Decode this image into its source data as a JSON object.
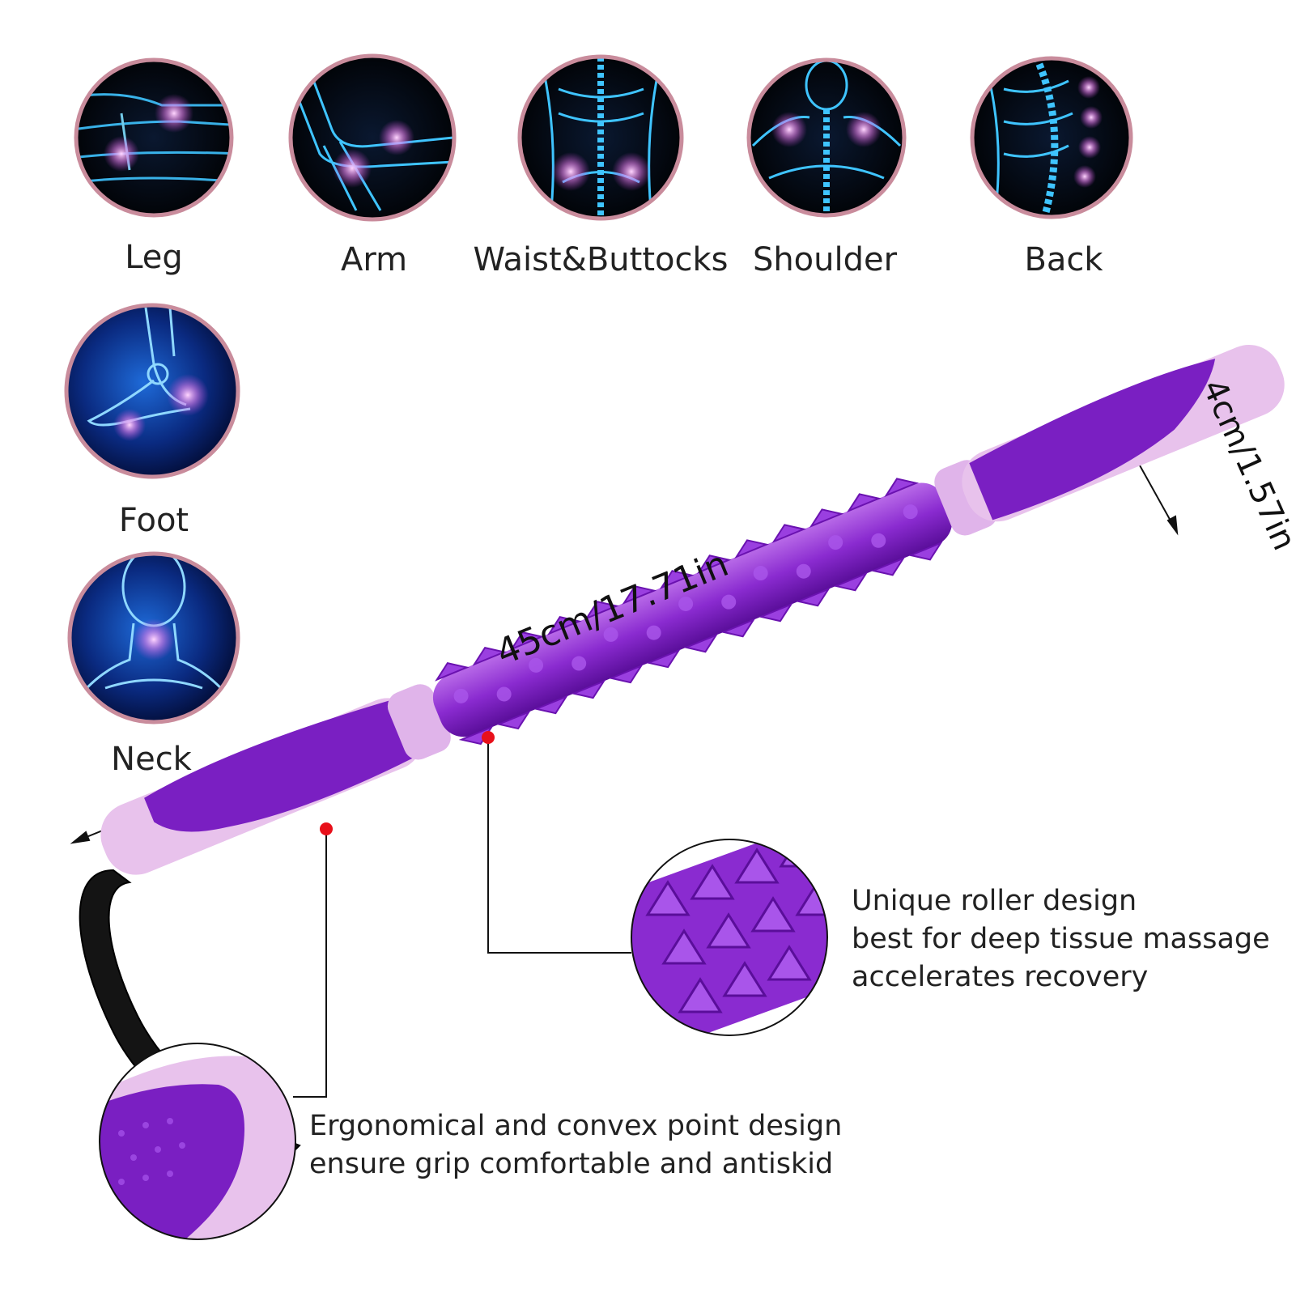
{
  "body_areas": [
    {
      "label": "Leg",
      "icon": "leg-xray-icon"
    },
    {
      "label": "Arm",
      "icon": "arm-xray-icon"
    },
    {
      "label": "Waist&Buttocks",
      "icon": "waist-xray-icon"
    },
    {
      "label": "Shoulder",
      "icon": "shoulder-xray-icon"
    },
    {
      "label": "Back",
      "icon": "back-xray-icon"
    },
    {
      "label": "Foot",
      "icon": "foot-xray-icon"
    },
    {
      "label": "Neck",
      "icon": "neck-xray-icon"
    }
  ],
  "dimensions": {
    "length": "45cm/17.71in",
    "diameter": "4cm/1.57in"
  },
  "features": {
    "roller": {
      "line1": "Unique roller design",
      "line2": "best for deep tissue massage",
      "line3": "accelerates recovery"
    },
    "grip": {
      "line1": "Ergonomical and convex point design",
      "line2": "ensure grip comfortable and antiskid"
    }
  },
  "colors": {
    "purple": "#7a1fc2",
    "lavender": "#e8c2ec",
    "circle_border": "#c98c9c",
    "marker": "#e8101a",
    "strap": "#141414"
  }
}
